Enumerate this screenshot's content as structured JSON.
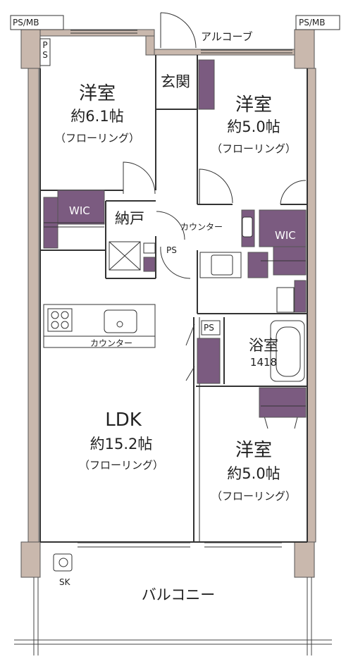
{
  "floorplan": {
    "colors": {
      "wall": "#c9b8ad",
      "storage": "#7b5b80",
      "line": "#333333"
    },
    "labels": {
      "ps_mb_left": "PS/MB",
      "ps_mb_right": "PS/MB",
      "alcove": "アルコーブ",
      "ps_small_v": "P\nS",
      "ps_mid": "PS",
      "ps_bath": "PS",
      "sk": "SK",
      "counter_wash": "カウンター",
      "counter_kitchen": "カウンター"
    },
    "rooms": {
      "western1": {
        "name": "洋室",
        "size": "約6.1帖",
        "floor": "（フローリング）"
      },
      "western2": {
        "name": "洋室",
        "size": "約5.0帖",
        "floor": "（フローリング）"
      },
      "western3": {
        "name": "洋室",
        "size": "約5.0帖",
        "floor": "（フローリング）"
      },
      "ldk": {
        "name": "LDK",
        "size": "約15.2帖",
        "floor": "（フローリング）"
      },
      "entrance": {
        "name": "玄関"
      },
      "storage": {
        "name": "納戸"
      },
      "wic1": {
        "name": "WIC"
      },
      "wic2": {
        "name": "WIC"
      },
      "bath": {
        "name": "浴室",
        "size": "1418"
      },
      "balcony": {
        "name": "バルコニー"
      }
    }
  }
}
